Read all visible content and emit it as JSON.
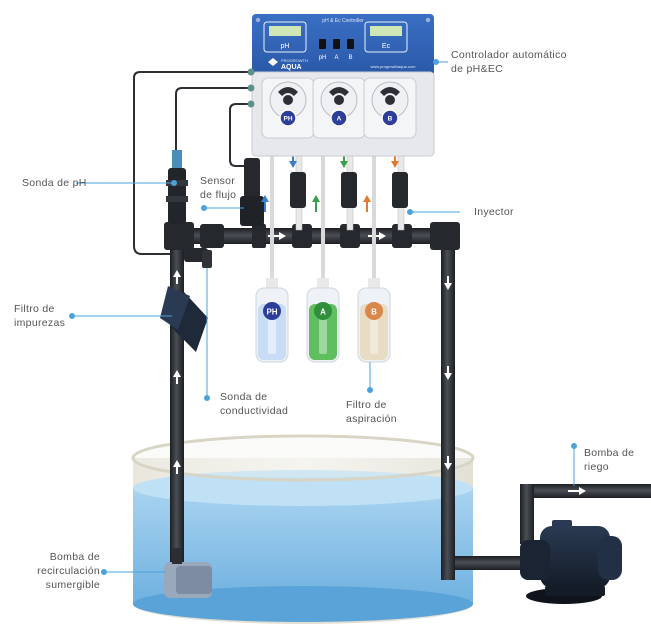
{
  "controller": {
    "title": "pH & Ec Controller",
    "display_left_label": "pH",
    "display_right_label": "Ec",
    "switch_labels": [
      "pH",
      "A",
      "B"
    ],
    "brand_top": "PROGROWTH",
    "brand_bottom": "AQUA",
    "website": "www.progrowthaqua.com",
    "pump_labels": [
      "PH",
      "A",
      "B"
    ]
  },
  "bottles": [
    {
      "label": "PH",
      "liquid_color": "#c9dcf5",
      "badge_color": "#2c3e9a"
    },
    {
      "label": "A",
      "liquid_color": "#5fbf5f",
      "badge_color": "#2f8f3a"
    },
    {
      "label": "B",
      "liquid_color": "#e8dcc4",
      "badge_color": "#d9874a"
    }
  ],
  "colors": {
    "controller_blue": "#2f62b7",
    "pipe": "#2b2e33",
    "label_text": "#555555",
    "callout_line": "#4aa3dd",
    "water": "#8fc6ea",
    "arrow_blue": "#3a7fc8",
    "arrow_green": "#3a9e4a",
    "arrow_orange": "#e07b2e"
  },
  "labels": {
    "controller": [
      "Controlador automático",
      "de pH&EC"
    ],
    "sonda_ph": [
      "Sonda de pH"
    ],
    "sensor_flujo": [
      "Sensor",
      "de flujo"
    ],
    "inyector": [
      "Inyector"
    ],
    "filtro_impurezas": [
      "Filtro de",
      "impurezas"
    ],
    "sonda_conductividad": [
      "Sonda de",
      "conductividad"
    ],
    "filtro_aspiracion": [
      "Filtro de",
      "aspiración"
    ],
    "bomba_riego": [
      "Bomba de",
      "riego"
    ],
    "bomba_recirculacion": [
      "Bomba de",
      "recirculación",
      "sumergible"
    ]
  }
}
